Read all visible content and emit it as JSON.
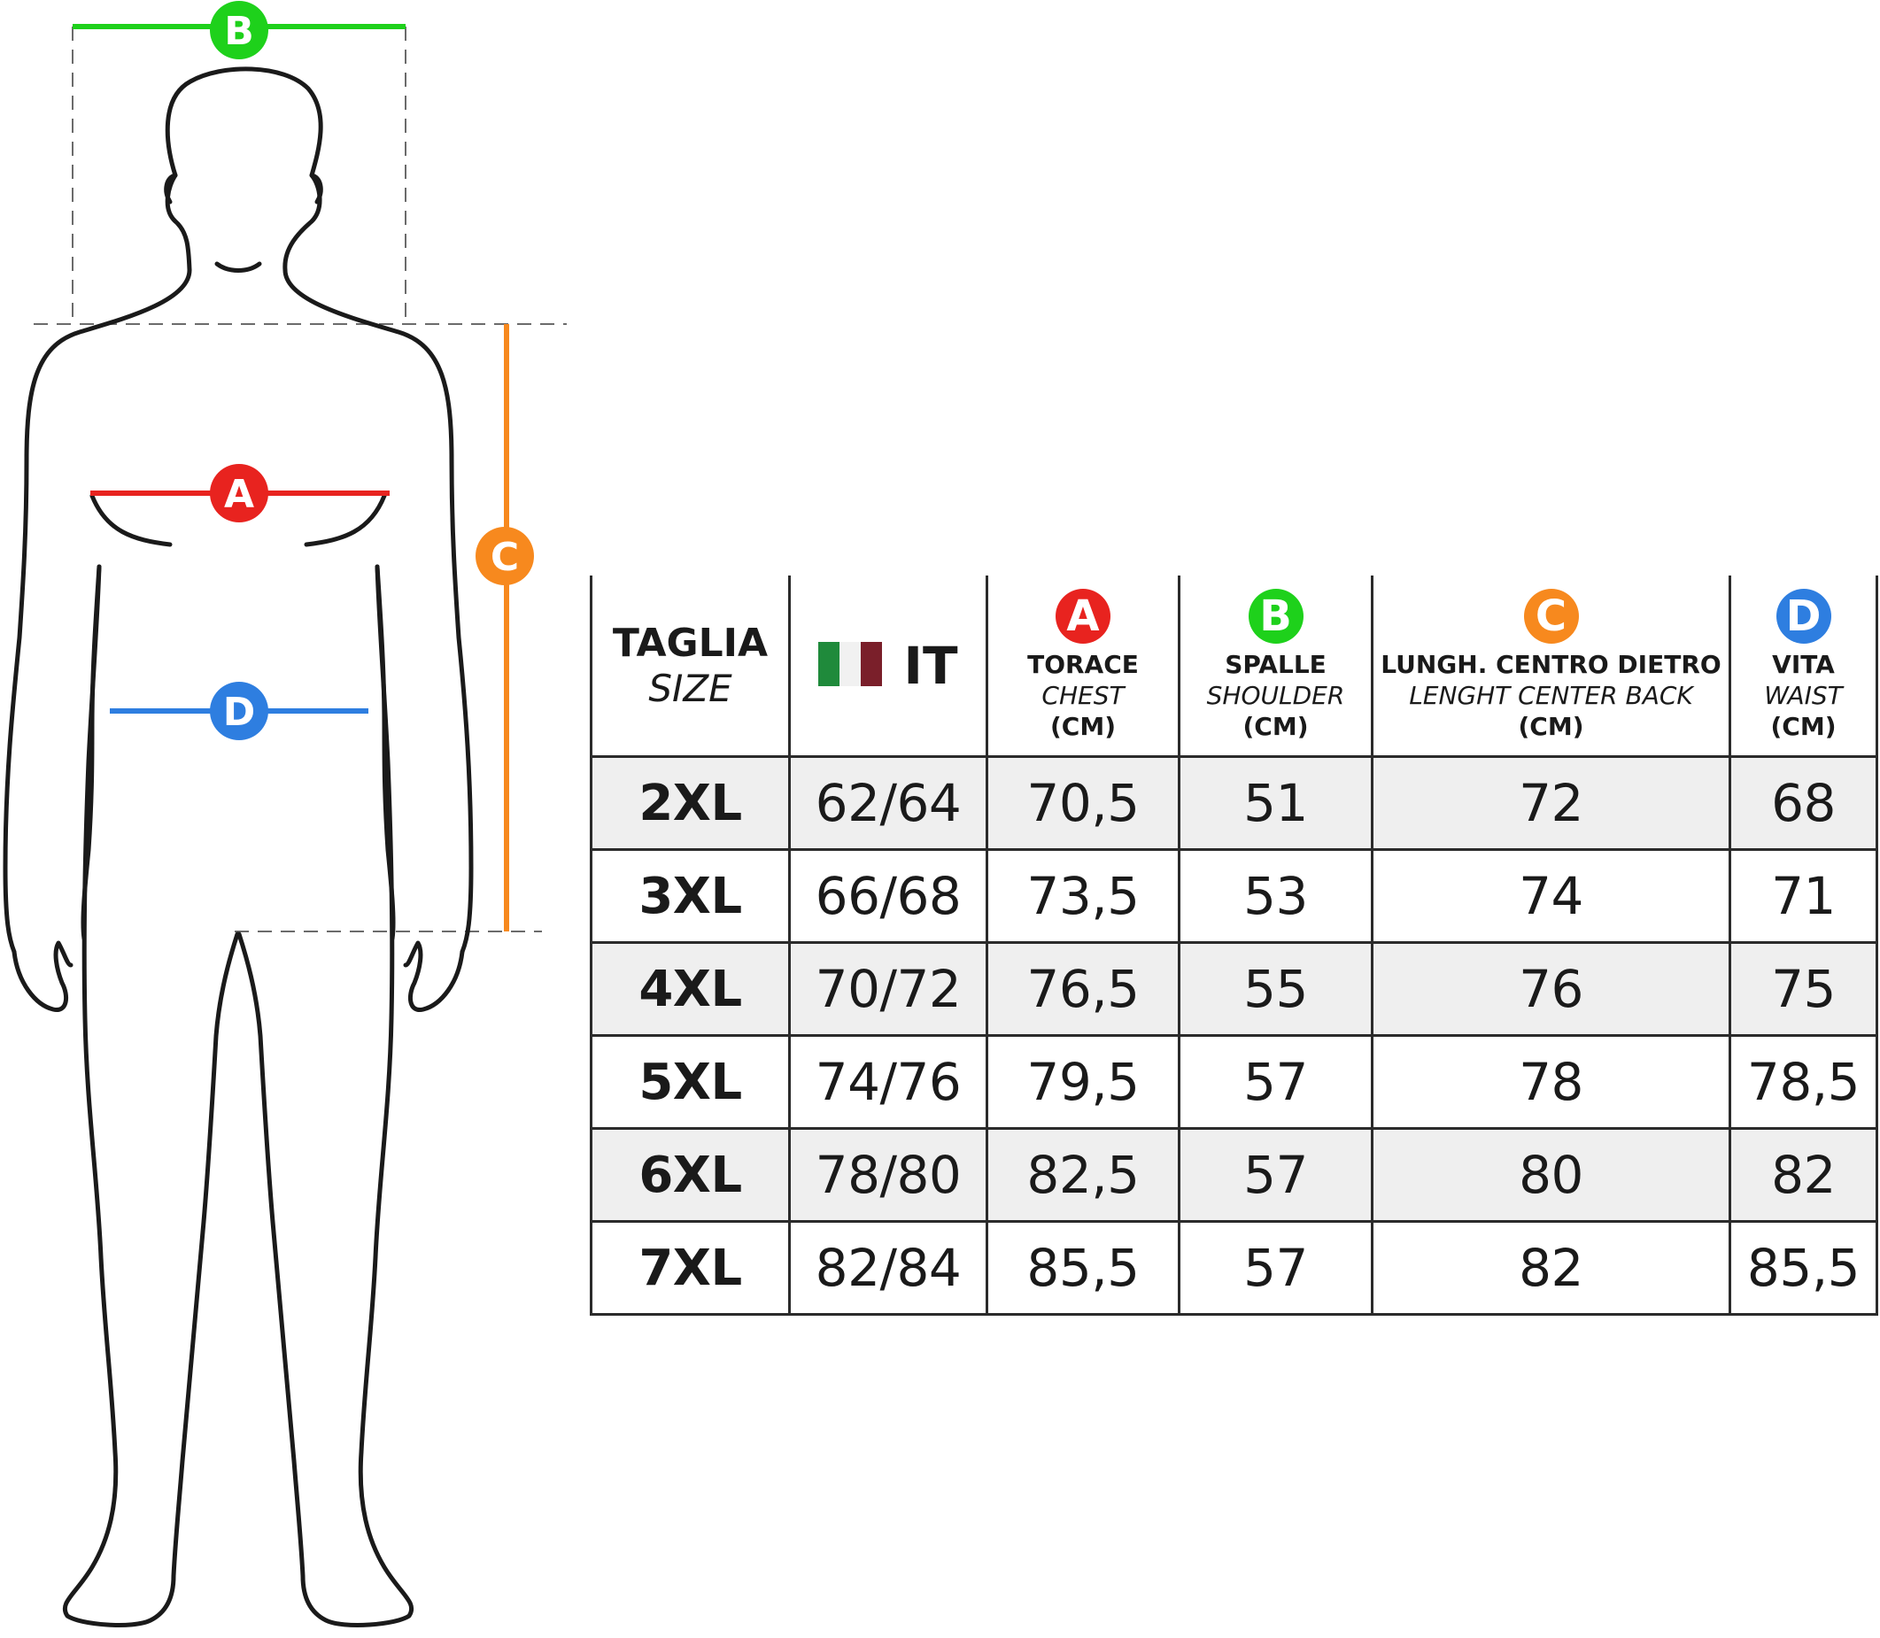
{
  "diagram": {
    "markers": [
      {
        "letter": "A",
        "color": "#e8231f"
      },
      {
        "letter": "B",
        "color": "#1ed11b"
      },
      {
        "letter": "C",
        "color": "#f7891e"
      },
      {
        "letter": "D",
        "color": "#2e7ee0"
      }
    ]
  },
  "table": {
    "header": {
      "size": {
        "title": "TAGLIA",
        "sub": "SIZE"
      },
      "it": {
        "label": "IT",
        "flag_colors": [
          "#1f8a3b",
          "#f1f1f1",
          "#7a1f2a"
        ]
      },
      "a": {
        "badge": "A",
        "title": "TORACE",
        "sub": "CHEST",
        "unit": "(CM)"
      },
      "b": {
        "badge": "B",
        "title": "SPALLE",
        "sub": "SHOULDER",
        "unit": "(CM)"
      },
      "c": {
        "badge": "C",
        "title": "LUNGH. CENTRO DIETRO",
        "sub": "LENGHT CENTER BACK",
        "unit": "(CM)"
      },
      "d": {
        "badge": "D",
        "title": "VITA",
        "sub": "WAIST",
        "unit": "(CM)"
      }
    },
    "rows": [
      {
        "size": "2XL",
        "it": "62/64",
        "a": "70,5",
        "b": "51",
        "c": "72",
        "d": "68"
      },
      {
        "size": "3XL",
        "it": "66/68",
        "a": "73,5",
        "b": "53",
        "c": "74",
        "d": "71"
      },
      {
        "size": "4XL",
        "it": "70/72",
        "a": "76,5",
        "b": "55",
        "c": "76",
        "d": "75"
      },
      {
        "size": "5XL",
        "it": "74/76",
        "a": "79,5",
        "b": "57",
        "c": "78",
        "d": "78,5"
      },
      {
        "size": "6XL",
        "it": "78/80",
        "a": "82,5",
        "b": "57",
        "c": "80",
        "d": "82"
      },
      {
        "size": "7XL",
        "it": "82/84",
        "a": "85,5",
        "b": "57",
        "c": "82",
        "d": "85,5"
      }
    ]
  }
}
